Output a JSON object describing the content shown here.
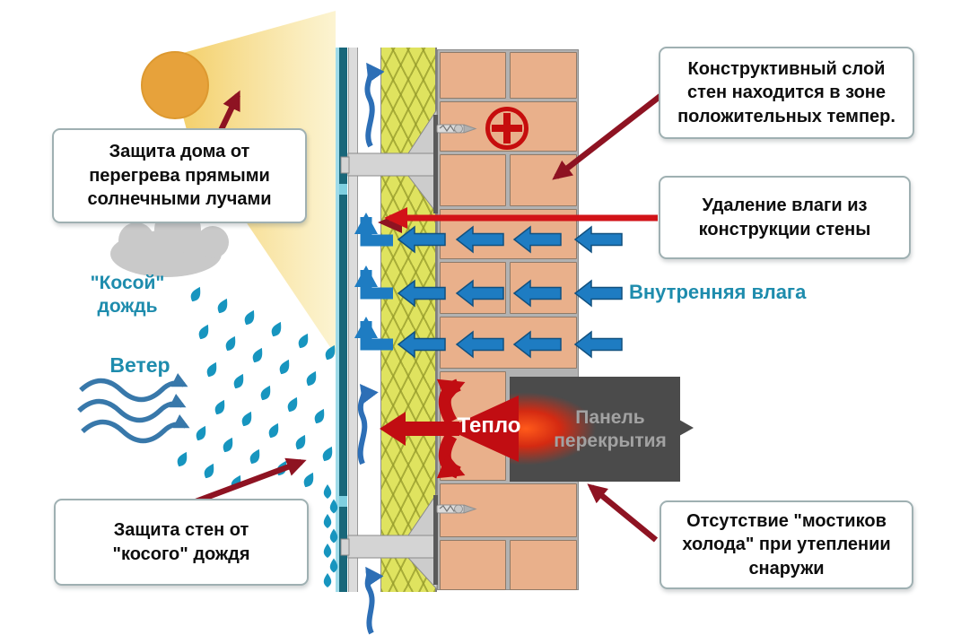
{
  "callouts": {
    "sun_protection": "Защита дома от перегрева прямыми солнечными лучами",
    "rain_protection": "Защита стен от \"косого\" дождя",
    "structural_layer": "Конструктивный слой стен находится в зоне положительных темпер.",
    "moisture_removal": "Удаление влаги из конструкции стены",
    "cold_bridges": "Отсутствие \"мостиков холода\" при утеплении снаружи"
  },
  "labels": {
    "rain": "\"Косой\" дождь",
    "wind": "Ветер",
    "inner_moisture": "Внутренняя влага",
    "heat": "Тепло",
    "floor_slab": "Панель перекрытия"
  },
  "colors": {
    "teal_text": "#1e8cad",
    "arrow_blue": "#1e7cc2",
    "arrow_blue_dark": "#11507f",
    "air_blue": "#2d6fb6",
    "wind_blue": "#3878aa",
    "accent_red": "#d21318",
    "heat_red": "#c10d12",
    "dark_red": "#8e1322",
    "raindrop_blue": "#1795bf",
    "insulation_yellow": "#dfe35f",
    "brick_salmon": "#e9b08b",
    "facade_teal": "#18677a",
    "sun_orange": "#e7a23b",
    "slab_gray": "#4b4b4b",
    "cloud_gray": "#c9c9c9"
  }
}
